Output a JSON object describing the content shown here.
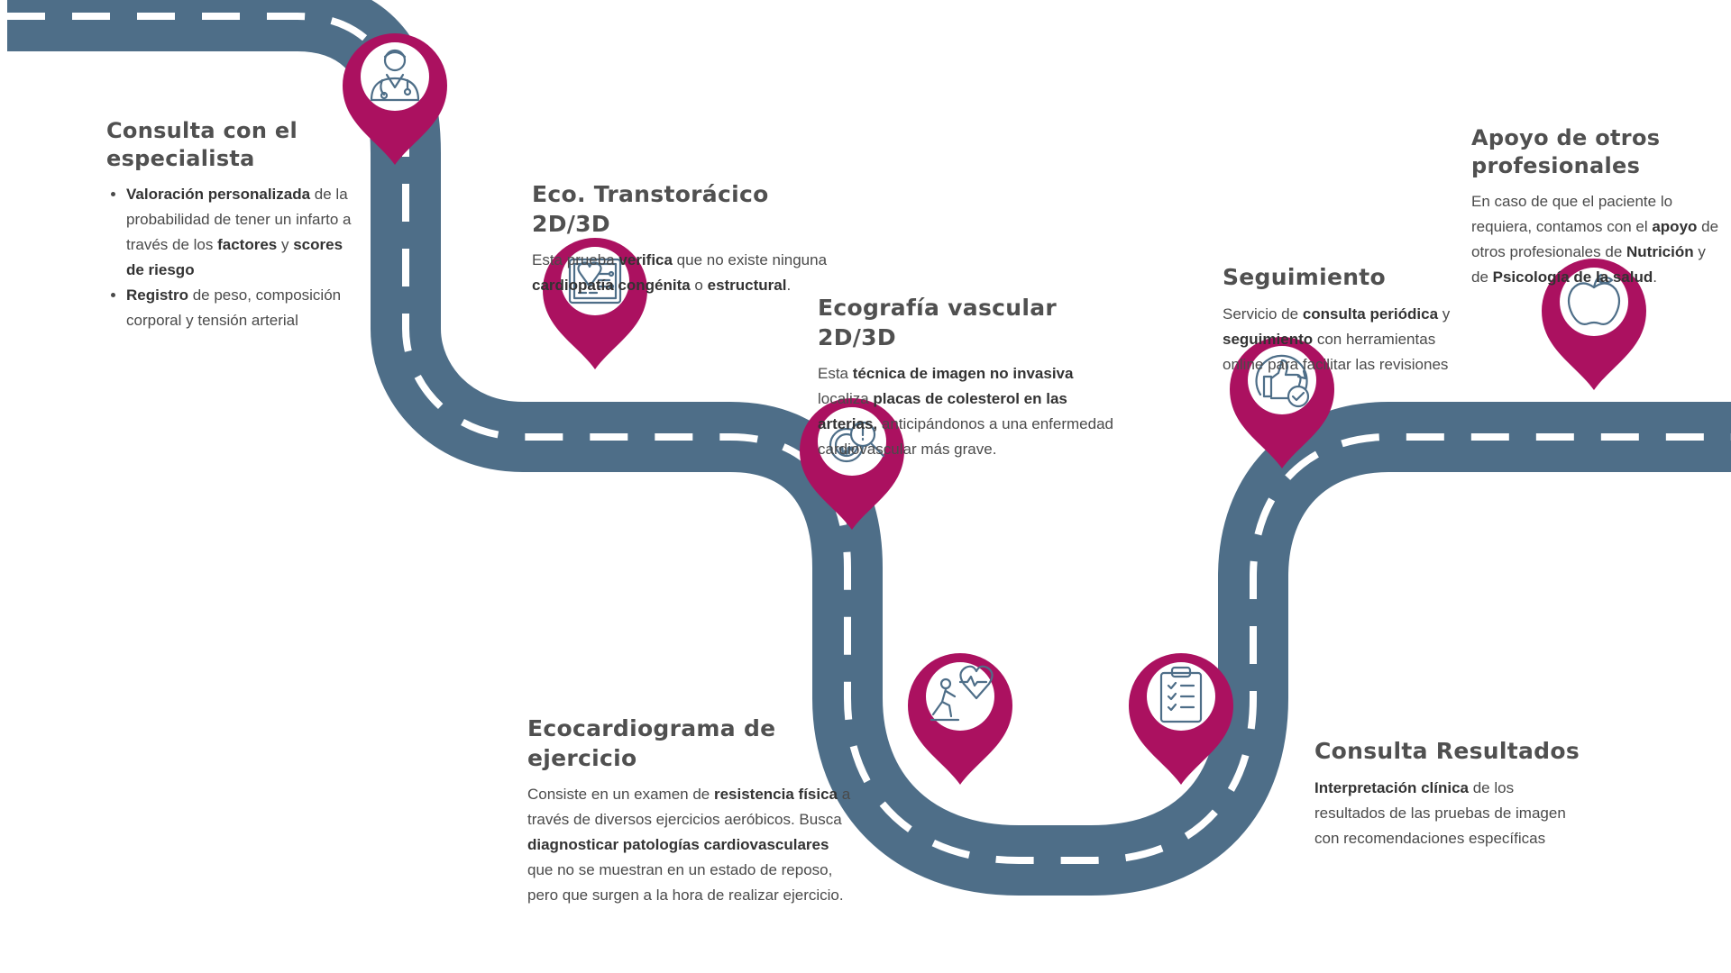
{
  "colors": {
    "road": "#4e6e88",
    "dash": "#ffffff",
    "pin": "#ab1160",
    "icon": "#4e6e88",
    "heading": "#505050",
    "text": "#4a4a4a"
  },
  "stops": [
    {
      "id": "consulta-especialista",
      "icon": "doctor-icon",
      "title": "Consulta con el especialista",
      "bullets": [
        [
          {
            "t": "Valoración personalizada",
            "b": true
          },
          {
            "t": " de la probabilidad de tener un infarto a través de los "
          },
          {
            "t": "factores",
            "b": true
          },
          {
            "t": " y "
          },
          {
            "t": "scores de riesgo",
            "b": true
          }
        ],
        [
          {
            "t": "Registro",
            "b": true
          },
          {
            "t": " de peso, composición corporal y tensión arterial"
          }
        ]
      ]
    },
    {
      "id": "eco-transtoracico",
      "icon": "heart-monitor-icon",
      "title": "Eco. Transtorácico 2D/3D",
      "body": [
        {
          "t": "Esta prueba "
        },
        {
          "t": "verifica",
          "b": true
        },
        {
          "t": " que no existe ninguna "
        },
        {
          "t": "cardiopatía congénita",
          "b": true
        },
        {
          "t": " o "
        },
        {
          "t": "estructural",
          "b": true
        },
        {
          "t": "."
        }
      ]
    },
    {
      "id": "ecografia-vascular",
      "icon": "artery-magnifier-icon",
      "title": "Ecografía vascular 2D/3D",
      "body": [
        {
          "t": "Esta "
        },
        {
          "t": "técnica de imagen no invasiva",
          "b": true
        },
        {
          "t": " localiza "
        },
        {
          "t": "placas de colesterol en las arterias,",
          "b": true
        },
        {
          "t": " anticipándonos a una enfermedad cardiovascular más grave."
        }
      ]
    },
    {
      "id": "ecocardiograma-ejercicio",
      "icon": "exercise-heartbeat-icon",
      "title": "Ecocardiograma de ejercicio",
      "body": [
        {
          "t": "Consiste en un examen de "
        },
        {
          "t": "resistencia física",
          "b": true
        },
        {
          "t": " a través de diversos ejercicios aeróbicos. Busca "
        },
        {
          "t": "diagnosticar patologías cardiovasculares",
          "b": true
        },
        {
          "t": " que no se muestran en un estado de reposo, pero que surgen a la hora de realizar ejercicio."
        }
      ]
    },
    {
      "id": "consulta-resultados",
      "icon": "clipboard-checklist-icon",
      "title": "Consulta Resultados",
      "body": [
        {
          "t": "Interpretación clínica",
          "b": true
        },
        {
          "t": " de los resultados de las pruebas de imagen con recomendaciones específicas"
        }
      ]
    },
    {
      "id": "seguimiento",
      "icon": "thumbs-up-cycle-icon",
      "title": "Seguimiento",
      "body": [
        {
          "t": "Servicio de "
        },
        {
          "t": "consulta periódica",
          "b": true
        },
        {
          "t": " y "
        },
        {
          "t": "seguimiento",
          "b": true
        },
        {
          "t": " con herramientas online para facilitar las revisiones"
        }
      ]
    },
    {
      "id": "apoyo-profesionales",
      "icon": "apple-icon",
      "title": "Apoyo de otros profesionales",
      "body": [
        {
          "t": "En caso de que el paciente lo requiera, contamos con el "
        },
        {
          "t": "apoyo",
          "b": true
        },
        {
          "t": " de otros profesionales de "
        },
        {
          "t": "Nutrición",
          "b": true
        },
        {
          "t": " y de "
        },
        {
          "t": "Psicología de la salud",
          "b": true
        },
        {
          "t": "."
        }
      ]
    }
  ]
}
